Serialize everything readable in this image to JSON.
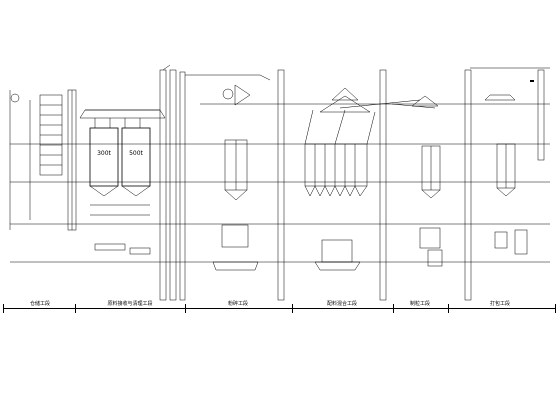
{
  "sections": [
    {
      "id": "storage",
      "label": "仓储工段"
    },
    {
      "id": "batching",
      "label": "原料接收与清理工段"
    },
    {
      "id": "grinding",
      "label": "粉碎工段"
    },
    {
      "id": "mixing",
      "label": "配料混合工段"
    },
    {
      "id": "pelleting",
      "label": "制粒工段"
    },
    {
      "id": "packing",
      "label": "打包工段"
    }
  ],
  "bins": {
    "left": "300t",
    "right": "500t"
  },
  "callouts": {
    "top_right_tag": ""
  }
}
